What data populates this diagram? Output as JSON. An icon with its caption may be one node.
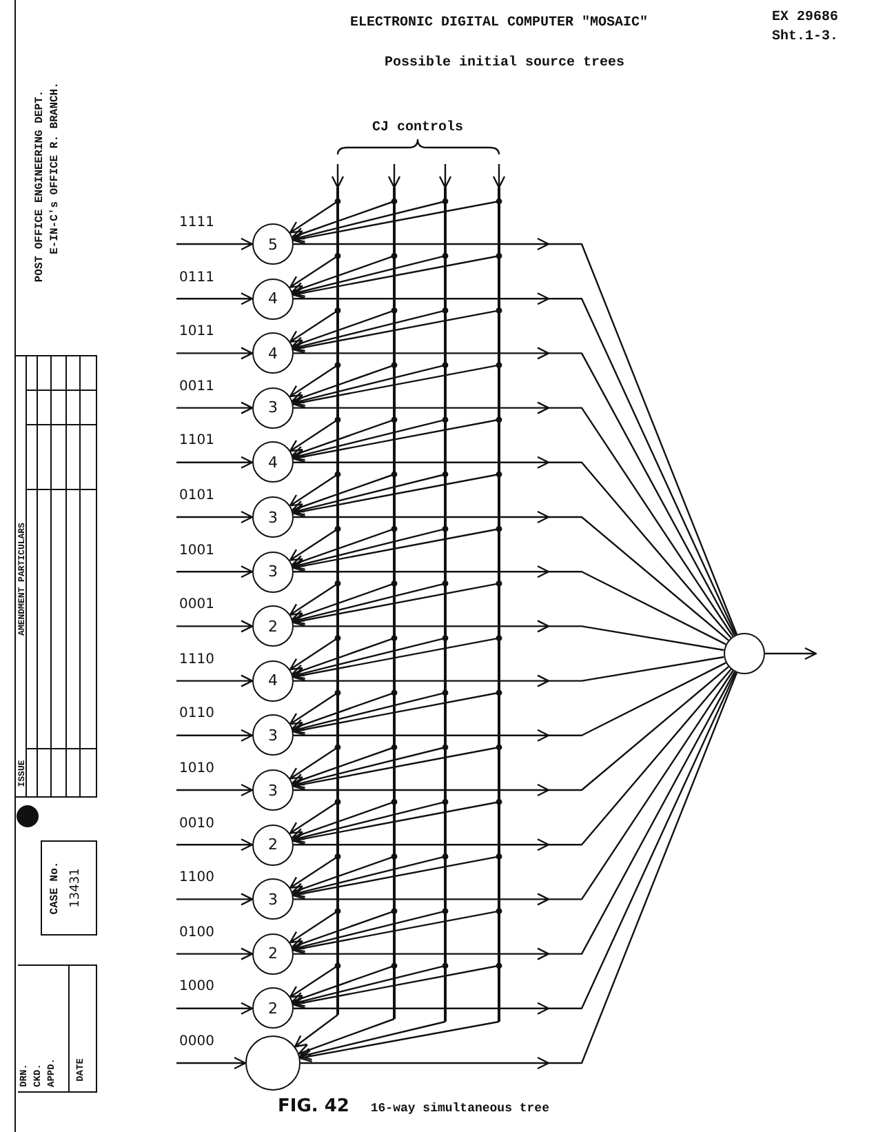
{
  "diagram": {
    "title": "ELECTRONIC DIGITAL COMPUTER \"MOSAIC\"",
    "caption": "**FIG. 42** 16-way simultaneous tree",
    "nodes": [
      {
        "text": [
          "5"
        ]
      },
      {
        "text": [
          "4"
        ]
      },
      {
        "text": [
          "4"
        ]
      },
      {
        "text": [
          "3"
        ]
      },
      {
        "text": [
          "4"
        ]
      },
      {
        "text": [
          "3"
        ]
      },
      {
        "text": [
          "3"
        ]
      },
      {
        "text": [
          "2"
        ]
      },
      {
        "text": [
          "4"
        ]
      },
      {
        "text": [
          "3"
        ]
      },
      {
        "text": [
          "3"
        ]
      },
      {
        "text": [
          "2"
        ]
      },
      {
        "text": [
          "3"
        ]
      },
      {
        "text": [
          "2"
        ]
      },
      {
        "text": [
          "2"
        ]
      },
      {
        "text": [],
        "shape": "circle"
      },
      {
        "text": [],
        "shape": "circle"
      },
      {
        "text": [],
        "shape": "bar"
      },
      {
        "text": [],
        "shape": "bar"
      },
      {
        "text": [],
        "shape": "bar"
      },
      {
        "text": [],
        "shape": "bar"
      }
    ],
    "edges": [
      {
        "from": null,
        "to": 0,
        "arrow": "to",
        "label": "1111"
      },
      {
        "from": null,
        "to": 1,
        "arrow": "to",
        "label": "0111"
      },
      {
        "from": null,
        "to": 2,
        "arrow": "to",
        "label": "1011"
      },
      {
        "from": null,
        "to": 3,
        "arrow": "to",
        "label": "0011"
      },
      {
        "from": null,
        "to": 4,
        "arrow": "to",
        "label": "1101"
      },
      {
        "from": null,
        "to": 5,
        "arrow": "to",
        "label": "0101"
      },
      {
        "from": null,
        "to": 6,
        "arrow": "to",
        "label": "1001"
      },
      {
        "from": null,
        "to": 7,
        "arrow": "to",
        "label": "0001"
      },
      {
        "from": null,
        "to": 8,
        "arrow": "to",
        "label": "1110"
      },
      {
        "from": null,
        "to": 9,
        "arrow": "to",
        "label": "0110"
      },
      {
        "from": null,
        "to": 10,
        "arrow": "to",
        "label": "1010"
      },
      {
        "from": null,
        "to": 11,
        "arrow": "to",
        "label": "0010"
      },
      {
        "from": null,
        "to": 12,
        "arrow": "to",
        "label": "1100"
      },
      {
        "from": null,
        "to": 13,
        "arrow": "to",
        "label": "0100"
      },
      {
        "from": null,
        "to": 14,
        "arrow": "to",
        "label": "1000"
      },
      {
        "from": null,
        "to": 15,
        "arrow": "to",
        "label": "0000"
      },
      {
        "from": null,
        "to": 17,
        "arrow": "to"
      },
      {
        "from": null,
        "to": 18,
        "arrow": "to"
      },
      {
        "from": null,
        "to": 19,
        "arrow": "to"
      },
      {
        "from": null,
        "to": 20,
        "arrow": "to"
      },
      {
        "from": 17,
        "to": 0,
        "arrow": "to"
      },
      {
        "from": 18,
        "to": 0,
        "arrow": "to"
      },
      {
        "from": 19,
        "to": 0,
        "arrow": "to"
      },
      {
        "from": 20,
        "to": 0,
        "arrow": "to"
      },
      {
        "from": 17,
        "to": 1,
        "arrow": "to"
      },
      {
        "from": 18,
        "to": 1,
        "arrow": "to"
      },
      {
        "from": 19,
        "to": 1,
        "arrow": "to"
      },
      {
        "from": 20,
        "to": 1,
        "arrow": "to"
      },
      {
        "from": 17,
        "to": 2,
        "arrow": "to"
      },
      {
        "from": 18,
        "to": 2,
        "arrow": "to"
      },
      {
        "from": 19,
        "to": 2,
        "arrow": "to"
      },
      {
        "from": 20,
        "to": 2,
        "arrow": "to"
      },
      {
        "from": 17,
        "to": 3,
        "arrow": "to"
      },
      {
        "from": 18,
        "to": 3,
        "arrow": "to"
      },
      {
        "from": 19,
        "to": 3,
        "arrow": "to"
      },
      {
        "from": 20,
        "to": 3,
        "arrow": "to"
      },
      {
        "from": 17,
        "to": 4,
        "arrow": "to"
      },
      {
        "from": 18,
        "to": 4,
        "arrow": "to"
      },
      {
        "from": 19,
        "to": 4,
        "arrow": "to"
      },
      {
        "from": 20,
        "to": 4,
        "arrow": "to"
      },
      {
        "from": 17,
        "to": 5,
        "arrow": "to"
      },
      {
        "from": 18,
        "to": 5,
        "arrow": "to"
      },
      {
        "from": 19,
        "to": 5,
        "arrow": "to"
      },
      {
        "from": 20,
        "to": 5,
        "arrow": "to"
      },
      {
        "from": 17,
        "to": 6,
        "arrow": "to"
      },
      {
        "from": 18,
        "to": 6,
        "arrow": "to"
      },
      {
        "from": 19,
        "to": 6,
        "arrow": "to"
      },
      {
        "from": 20,
        "to": 6,
        "arrow": "to"
      },
      {
        "from": 17,
        "to": 7,
        "arrow": "to"
      },
      {
        "from": 18,
        "to": 7,
        "arrow": "to"
      },
      {
        "from": 19,
        "to": 7,
        "arrow": "to"
      },
      {
        "from": 20,
        "to": 7,
        "arrow": "to"
      },
      {
        "from": 17,
        "to": 8,
        "arrow": "to"
      },
      {
        "from": 18,
        "to": 8,
        "arrow": "to"
      },
      {
        "from": 19,
        "to": 8,
        "arrow": "to"
      },
      {
        "from": 20,
        "to": 8,
        "arrow": "to"
      },
      {
        "from": 17,
        "to": 9,
        "arrow": "to"
      },
      {
        "from": 18,
        "to": 9,
        "arrow": "to"
      },
      {
        "from": 19,
        "to": 9,
        "arrow": "to"
      },
      {
        "from": 20,
        "to": 9,
        "arrow": "to"
      },
      {
        "from": 17,
        "to": 10,
        "arrow": "to"
      },
      {
        "from": 18,
        "to": 10,
        "arrow": "to"
      },
      {
        "from": 19,
        "to": 10,
        "arrow": "to"
      },
      {
        "from": 20,
        "to": 10,
        "arrow": "to"
      },
      {
        "from": 17,
        "to": 11,
        "arrow": "to"
      },
      {
        "from": 18,
        "to": 11,
        "arrow": "to"
      },
      {
        "from": 19,
        "to": 11,
        "arrow": "to"
      },
      {
        "from": 20,
        "to": 11,
        "arrow": "to"
      },
      {
        "from": 17,
        "to": 12,
        "arrow": "to"
      },
      {
        "from": 18,
        "to": 12,
        "arrow": "to"
      },
      {
        "from": 19,
        "to": 12,
        "arrow": "to"
      },
      {
        "from": 20,
        "to": 12,
        "arrow": "to"
      },
      {
        "from": 17,
        "to": 13,
        "arrow": "to"
      },
      {
        "from": 18,
        "to": 13,
        "arrow": "to"
      },
      {
        "from": 19,
        "to": 13,
        "arrow": "to"
      },
      {
        "from": 20,
        "to": 13,
        "arrow": "to"
      },
      {
        "from": 17,
        "to": 14,
        "arrow": "to"
      },
      {
        "from": 18,
        "to": 14,
        "arrow": "to"
      },
      {
        "from": 19,
        "to": 14,
        "arrow": "to"
      },
      {
        "from": 20,
        "to": 14,
        "arrow": "to"
      },
      {
        "from": 17,
        "to": 15,
        "arrow": "to"
      },
      {
        "from": 18,
        "to": 15,
        "arrow": "to"
      },
      {
        "from": 19,
        "to": 15,
        "arrow": "to"
      },
      {
        "from": 20,
        "to": 15,
        "arrow": "to"
      },
      {
        "from": 0,
        "to": 16,
        "arrow": "to"
      },
      {
        "from": 1,
        "to": 16,
        "arrow": "to"
      },
      {
        "from": 2,
        "to": 16,
        "arrow": "to"
      },
      {
        "from": 3,
        "to": 16,
        "arrow": "to"
      },
      {
        "from": 4,
        "to": 16,
        "arrow": "to"
      },
      {
        "from": 5,
        "to": 16,
        "arrow": "to"
      },
      {
        "from": 6,
        "to": 16,
        "arrow": "to"
      },
      {
        "from": 7,
        "to": 16,
        "arrow": "to"
      },
      {
        "from": 8,
        "to": 16,
        "arrow": "to"
      },
      {
        "from": 9,
        "to": 16,
        "arrow": "to"
      },
      {
        "from": 10,
        "to": 16,
        "arrow": "to"
      },
      {
        "from": 11,
        "to": 16,
        "arrow": "to"
      },
      {
        "from": 12,
        "to": 16,
        "arrow": "to"
      },
      {
        "from": 13,
        "to": 16,
        "arrow": "to"
      },
      {
        "from": 14,
        "to": 16,
        "arrow": "to"
      },
      {
        "from": 15,
        "to": 16,
        "arrow": "to"
      },
      {
        "from": 16,
        "to": null,
        "arrow": "to"
      }
    ],
    "labels": [
      "Possible initial source trees",
      "EX 29686",
      "Sht.1-3.",
      "CJ controls",
      "POST OFFICE ENGINEERING DEPT.",
      "E-IN-C's OFFICE R. BRANCH.",
      "AMENDMENT PARTICULARS",
      "ISSUE",
      "CASE No.",
      "13431",
      "DRN.",
      "CKD.",
      "APPD.",
      "DATE"
    ]
  }
}
